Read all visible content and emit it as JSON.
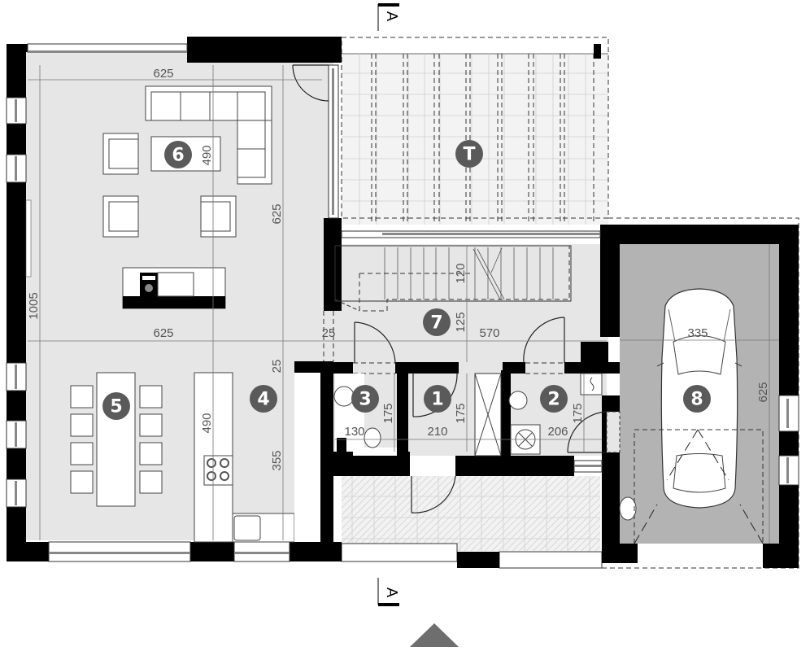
{
  "plan": {
    "type": "ground-floor-plan",
    "section_marker": {
      "label": "A"
    },
    "north_arrow": {
      "shape": "triangle",
      "color": "#6e6e6e"
    },
    "rooms": [
      {
        "id": "1",
        "badge": "1",
        "name": "room-1",
        "dims": [
          "210",
          "175"
        ]
      },
      {
        "id": "2",
        "badge": "2",
        "name": "room-2",
        "dims": [
          "206",
          "175"
        ]
      },
      {
        "id": "3",
        "badge": "3",
        "name": "room-3-wc",
        "dims": [
          "130",
          "175"
        ]
      },
      {
        "id": "4",
        "badge": "4",
        "name": "room-4-kitchen",
        "dims": [
          "355",
          "25"
        ]
      },
      {
        "id": "5",
        "badge": "5",
        "name": "room-5-dining"
      },
      {
        "id": "6",
        "badge": "6",
        "name": "room-6-living",
        "dims": [
          "490"
        ]
      },
      {
        "id": "7",
        "badge": "7",
        "name": "room-7-hall",
        "dims": [
          "570",
          "125",
          "120",
          "25"
        ]
      },
      {
        "id": "8",
        "badge": "8",
        "name": "room-8-garage",
        "dims": [
          "335",
          "625"
        ]
      },
      {
        "id": "T",
        "badge": "T",
        "name": "terrace"
      }
    ],
    "dimensions": {
      "living_top_width": "625",
      "living_height": "625",
      "living_mid_width": "625",
      "overall_left_height": "1005",
      "kitchen_counter_length": "490",
      "kitchen_depth": "355",
      "kitchen_gap": "25",
      "hall_gap": "25",
      "hall_width": "570",
      "hall_depth": "125",
      "stair_width": "120",
      "wc_width": "130",
      "wc_depth": "175",
      "room1_width": "210",
      "room1_depth": "175",
      "room2_width": "206",
      "room2_depth": "175",
      "garage_width": "335",
      "garage_depth": "625",
      "living_table_depth": "490"
    },
    "colors": {
      "wall": "#000000",
      "floor": "#e6e6e6",
      "garage_floor": "#b3b3b3",
      "badge": "#5a5a5a",
      "dimension": "#555555"
    }
  }
}
